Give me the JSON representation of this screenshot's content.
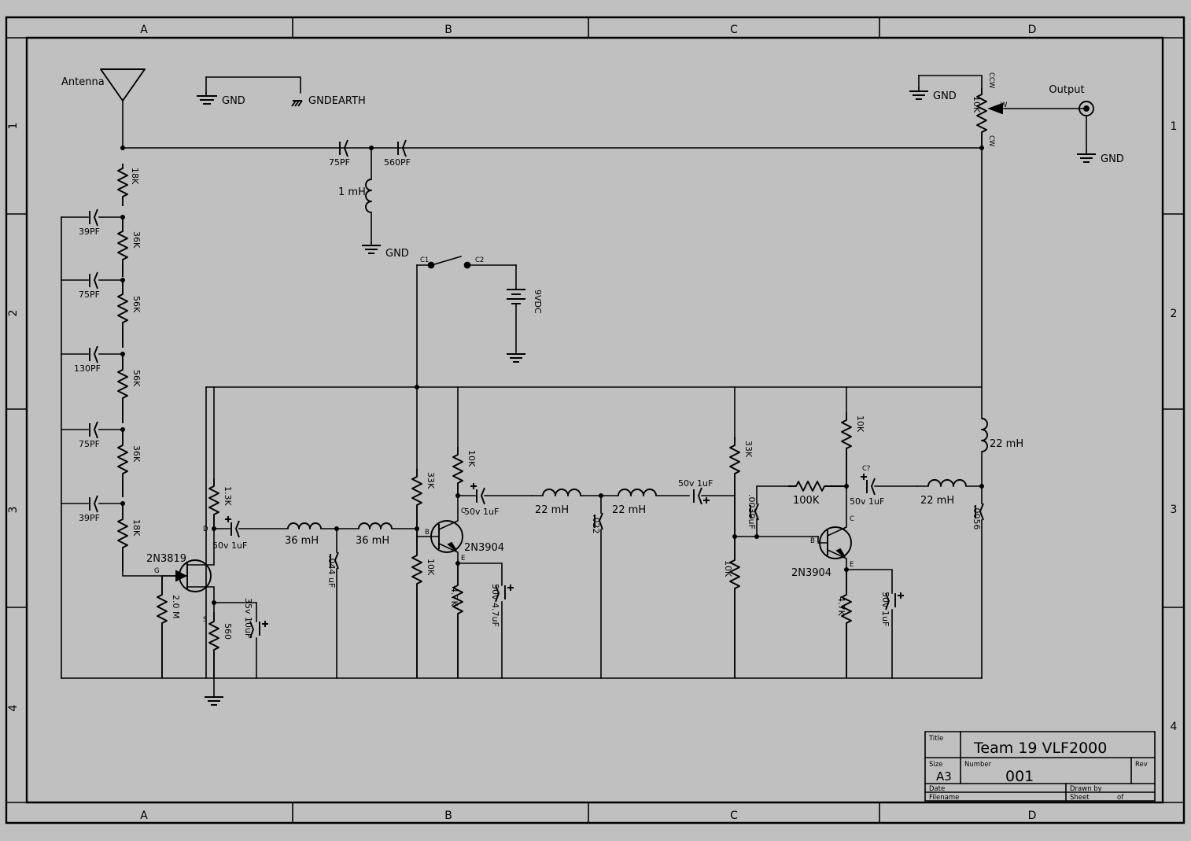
{
  "sheet": {
    "zones_top": [
      "A",
      "B",
      "C",
      "D"
    ],
    "zones_bottom": [
      "A",
      "B",
      "C",
      "D"
    ],
    "rows_left": [
      "1",
      "2",
      "3",
      "4"
    ],
    "rows_right": [
      "1",
      "2",
      "3",
      "4"
    ],
    "size_format": "A3"
  },
  "titleblock": {
    "title_label": "Title",
    "title_value": "Team 19 VLF2000",
    "size_label": "Size",
    "size_value": "A3",
    "number_label": "Number",
    "number_value": "001",
    "rev_label": "Rev",
    "rev_value": "",
    "date_label": "Date",
    "date_value": "",
    "drawnby_label": "Drawn by",
    "drawnby_value": "",
    "filename_label": "Filename",
    "filename_value": "",
    "sheet_label": "Sheet",
    "sheet_of": "of"
  },
  "ports": {
    "antenna": "Antenna",
    "output": "Output",
    "gnd": "GND",
    "gnd_top": "GND",
    "gnd_earth": "GNDEARTH",
    "gnd_coil": "GND",
    "gnd_out": "GND",
    "gnd_right": "GND"
  },
  "power": {
    "switch_pin1": "C1",
    "switch_pin2": "C2",
    "battery": "9VDC"
  },
  "input_network": {
    "r_antenna": "18K",
    "c1": "39PF",
    "r1": "36K",
    "c2": "75PF",
    "r2": "56K",
    "c3": "130PF",
    "r3": "56K",
    "c4": "75PF",
    "r4": "36K",
    "c5": "39PF",
    "r5": "18K"
  },
  "top_filter": {
    "c_75pf": "75PF",
    "c_560pf": "560PF",
    "l_1mh": "1 mH"
  },
  "stage1": {
    "device": "2N3819",
    "pin_d": "D",
    "pin_g": "G",
    "pin_s": "S",
    "r_drain": "1.3K",
    "r_gate": "2.0 M",
    "r_source": "560",
    "c_source": "35v 10uF",
    "c_out": "50v 1uF",
    "l_a": "36 mH",
    "c_shunt": ".044 uF",
    "l_b": "36 mH"
  },
  "stage2": {
    "device": "2N3904",
    "pin_b": "B",
    "pin_c": "C",
    "pin_e": "E",
    "r_top": "10K",
    "r_bias_upper": "33K",
    "r_bias_lower": "10K",
    "r_emitter": "4.7K",
    "c_emitter": "50v 4.7uF",
    "c_out": "50v 1uF"
  },
  "midfilter": {
    "l_a": "22 mH",
    "c_shunt": ".022",
    "l_b": "22 mH",
    "c_couple": "50v 1uF"
  },
  "stage3": {
    "device": "2N3904",
    "pin_b": "B",
    "pin_c": "C",
    "pin_e": "E",
    "r_top": "10K",
    "r_bias_upper": "33K",
    "r_bias_lower": "10K",
    "r_feedback": "100K",
    "c_base": ".0039uF",
    "r_emitter": "4.7K",
    "c_emitter": "50v 1uF",
    "c_out_ref": "C?",
    "c_out": "50v 1uF"
  },
  "output_network": {
    "l_a": "22 mH",
    "c_shunt": ".0056",
    "l_b": "22 mH",
    "pot_value": "10K",
    "pot_ccw": "CCW",
    "pot_w": "W",
    "pot_cw": "CW"
  },
  "colors": {
    "background": "#c0c0c0",
    "ink": "#000000"
  }
}
